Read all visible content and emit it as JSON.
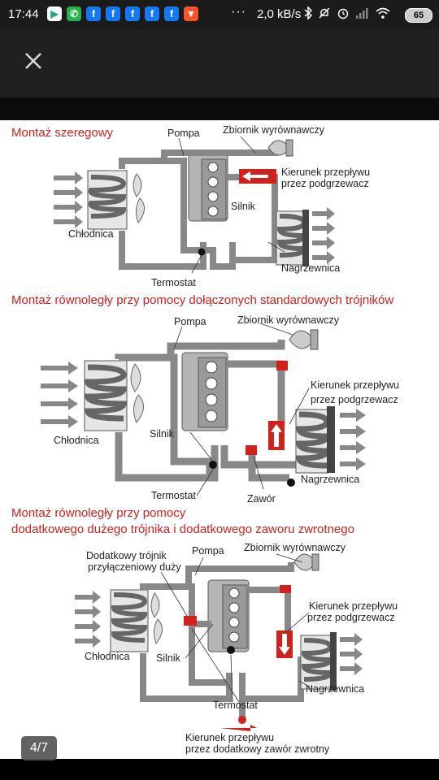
{
  "status_bar": {
    "time": "17:44",
    "app_icons": [
      "google-play-icon",
      "phone-icon",
      "facebook-icon",
      "facebook-icon",
      "facebook-icon",
      "facebook-icon",
      "facebook-icon",
      "brave-icon"
    ],
    "overflow": "···",
    "network_speed": "2,0 kB/s",
    "battery": "65"
  },
  "viewer": {
    "close_label": "close",
    "page_indicator": "4/7"
  },
  "diagram": {
    "section1": {
      "title": "Montaż szeregowy",
      "labels": {
        "pompa": "Pompa",
        "zbiornik": "Zbiornik wyrównawczy",
        "kierunek1": "Kierunek przepływu",
        "kierunek2": "przez podgrzewacz",
        "silnik": "Silnik",
        "chlodnica": "Chłodnica",
        "nagrzewnica": "Nagrzewnica",
        "termostat": "Termostat"
      }
    },
    "section2": {
      "title": "Montaż równoległy przy pomocy dołączonych standardowych trójników",
      "labels": {
        "pompa": "Pompa",
        "zbiornik": "Zbiornik wyrównawczy",
        "kierunek1": "Kierunek przepływu",
        "kierunek2": "przez podgrzewacz",
        "chlodnica": "Chłodnica",
        "silnik": "Silnik",
        "termostat": "Termostat",
        "zawor": "Zawór",
        "nagrzewnica": "Nagrzewnica"
      }
    },
    "section3": {
      "title1": "Montaż równoległy przy pomocy",
      "title2": "dodatkowego dużego trójnika i dodatkowego zaworu zwrotnego",
      "labels": {
        "dodatkowy1": "Dodatkowy trójnik",
        "dodatkowy2": "przyłączeniowy duży",
        "pompa": "Pompa",
        "zbiornik": "Zbiornik wyrównawczy",
        "kierunek1": "Kierunek przepływu",
        "kierunek2": "przez podgrzewacz",
        "chlodnica": "Chłodnica",
        "silnik": "Silnik",
        "termostat": "Termostat",
        "nagrzewnica": "Nagrzewnica",
        "bottom1": "Kierunek przepływu",
        "bottom2": "przez dodatkowy zawór zwrotny"
      }
    }
  }
}
